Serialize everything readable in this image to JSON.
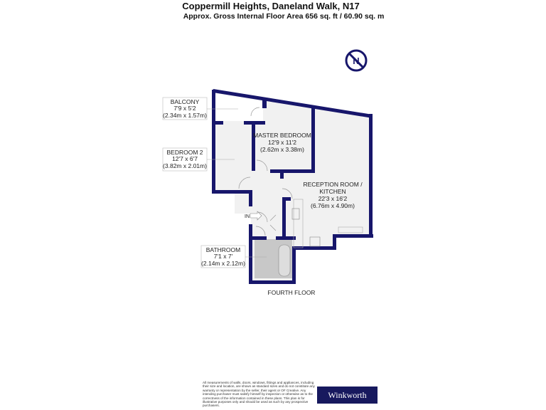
{
  "header": {
    "title": "Coppermill Heights, Daneland Walk, N17",
    "subtitle": "Approx. Gross Internal Floor Area 656 sq. ft / 60.90 sq. m"
  },
  "compass": {
    "letter": "N",
    "icon": "north-compass-icon"
  },
  "rooms": [
    {
      "name": "BALCONY",
      "imperial": "7'9 x 5'2",
      "metric": "(2.34m x 1.57m)"
    },
    {
      "name": "BEDROOM 2",
      "imperial": "12'7 x 6'7",
      "metric": "(3.82m x 2.01m)"
    },
    {
      "name": "MASTER BEDROOM",
      "imperial": "12'9 x 11'2",
      "metric": "(2.62m x 3.38m)"
    },
    {
      "name_line1": "RECEPTION ROOM /",
      "name_line2": "KITCHEN",
      "imperial": "22'3 x 16'2",
      "metric": "(6.76m x 4.90m)"
    },
    {
      "name": "BATHROOM",
      "imperial": "7'1 x 7'",
      "metric": "(2.14m x 2.12m)"
    }
  ],
  "entrance_label": "IN",
  "floor_label": "FOURTH FLOOR",
  "footer": {
    "disclaimer": "All measurements of walls, doors, windows, fittings and appliances, including their size and location, are shown as standard sizes and do not constitute any warranty or representation by the seller, their agent or OF Creative. Any intending purchaser must satisfy himself by inspection or otherwise as to the correctness of the information contained in these plans. This plan is for illustrative purposes only and should be used as such by any prospective purchasers.",
    "brand": "Winkworth"
  },
  "colors": {
    "wall": "#17166b",
    "floor": "#f1f1f1",
    "bathroom": "#c8c8c8",
    "brand_bg": "#17195e"
  }
}
